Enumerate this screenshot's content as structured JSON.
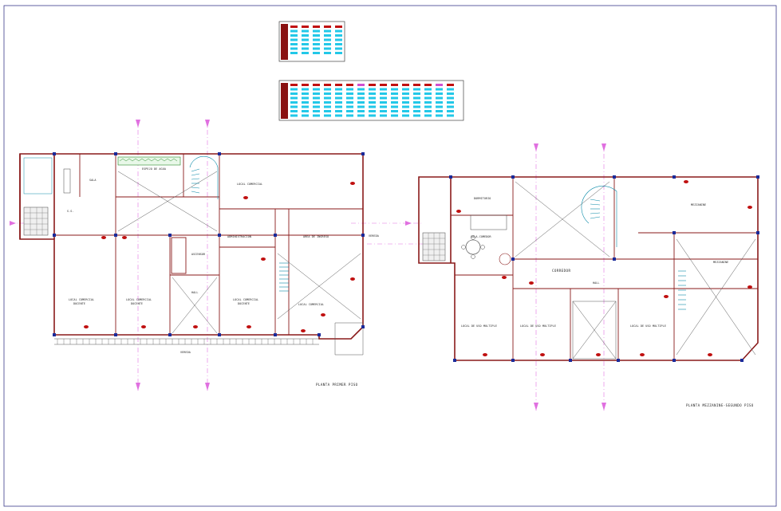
{
  "colors": {
    "wall": "#8a1a1a",
    "axis": "#e070e0",
    "stair": "#0a8aa8",
    "column": "#1a2a9a",
    "door_symbol": "#c01010",
    "schedule_fill": "#22c8e8",
    "schedule_header": "#8a1010",
    "border": "#3a3a8a"
  },
  "plan_first": {
    "title": "PLANTA PRIMER PISO",
    "rooms": {
      "sala": "SALA",
      "espejo": "ESPEJO DE AGUA",
      "local_1": "LOCAL COMERCIAL",
      "ss": "S.S.",
      "admin": "ADMINISTRACION",
      "area_ingreso": "AREA DE INGRESO",
      "local_c1": "LOCAL COMERCIAL",
      "local_c1_sub": "DOCENTE",
      "local_c2": "LOCAL COMERCIAL",
      "local_c2_sub": "DOCENTE",
      "local_c3": "LOCAL COMERCIAL",
      "local_c3_sub": "DOCENTE",
      "hall": "HALL",
      "local_c4": "LOCAL COMERCIAL",
      "vereda_1": "VEREDA",
      "vereda_2": "VEREDA",
      "ascensor": "ASCENSOR"
    }
  },
  "plan_mezz": {
    "title": "PLANTA MEZZANINE-SEGUNDO PISO",
    "rooms": {
      "dormitorio": "DORMITORIO",
      "sala_comedor": "SALA-COMEDOR",
      "corredor": "CORREDOR",
      "local_m1": "LOCAL DE USO MULTIPLE",
      "local_m2": "LOCAL DE USO MULTIPLE",
      "local_m3": "LOCAL DE USO MULTIPLE",
      "hall": "HALL",
      "mezzanine_1": "MEZZANINE",
      "mezzanine_2": "MEZZANINE"
    }
  }
}
